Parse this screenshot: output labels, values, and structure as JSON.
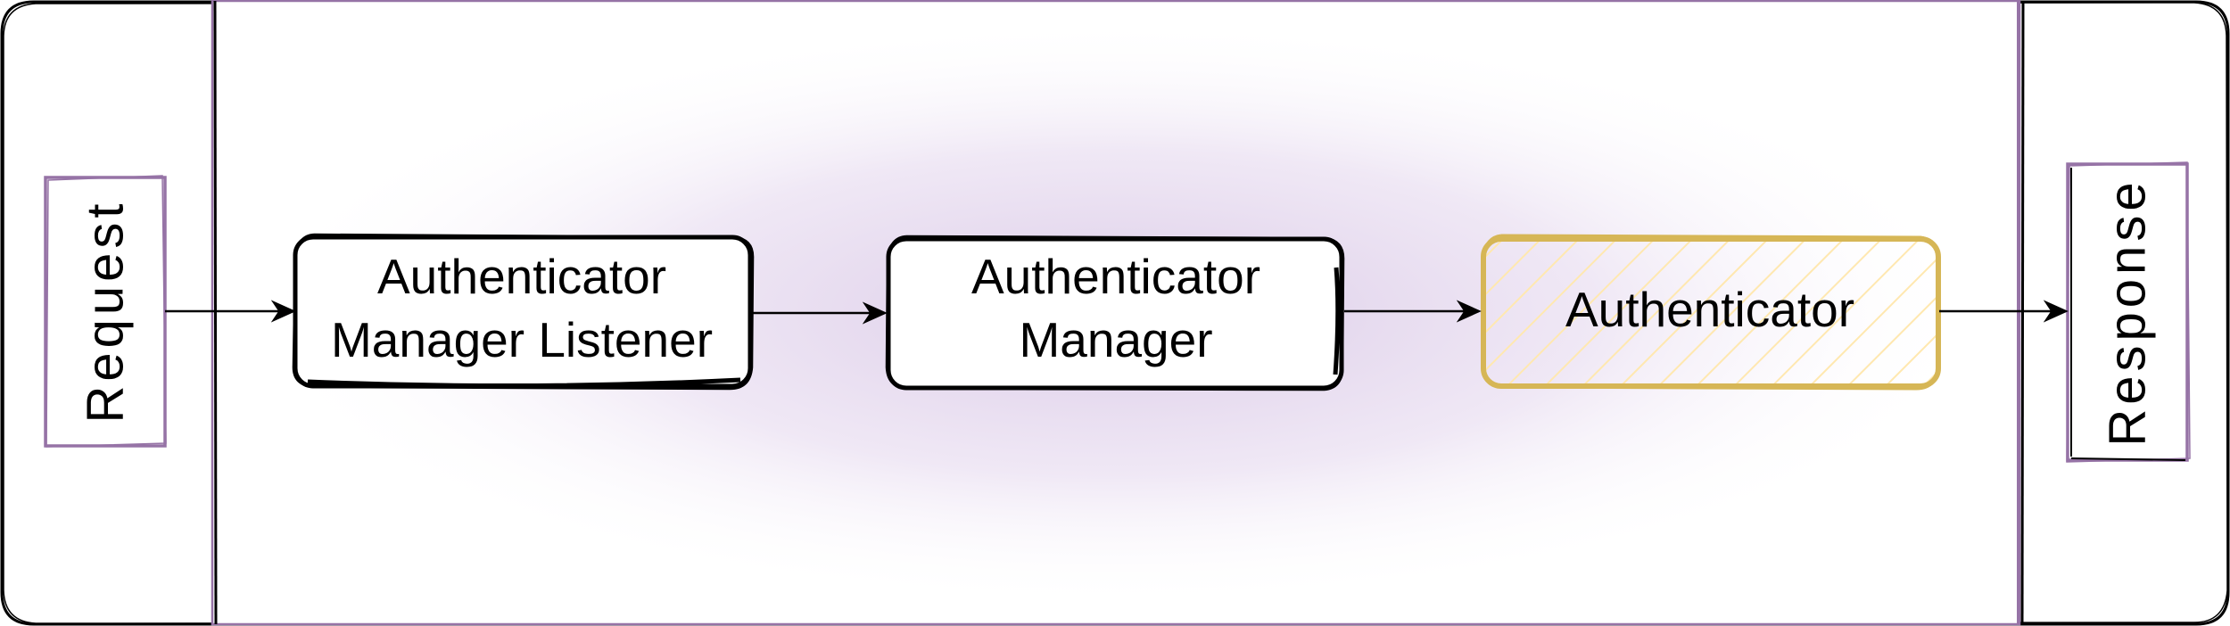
{
  "labels": {
    "request": "Request",
    "response": "Response",
    "listener_line1": "Authenticator",
    "listener_line2": "Manager Listener",
    "manager_line1": "Authenticator",
    "manager_line2": "Manager",
    "authenticator": "Authenticator"
  },
  "colors": {
    "accent_purple": "#9673a6",
    "glow_purple": "#d9c8e6",
    "authenticator_stroke": "#d6b656",
    "authenticator_hatch": "#fff2cc",
    "outline": "#000000"
  }
}
